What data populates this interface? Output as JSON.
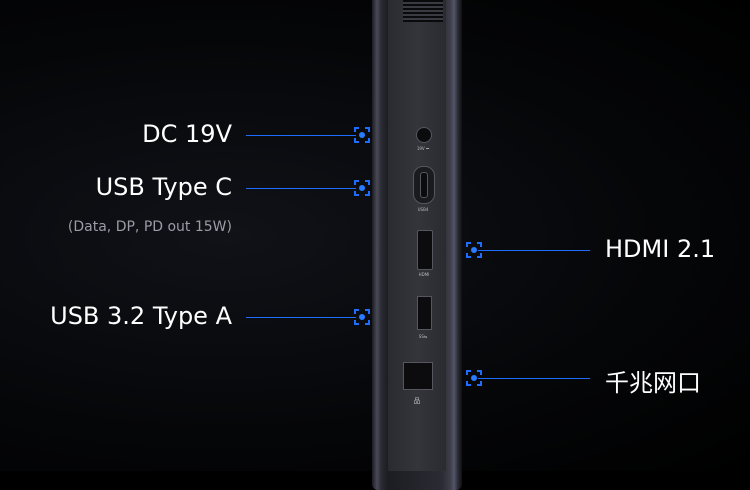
{
  "colors": {
    "accent": "#1e6dff",
    "background": "#000000"
  },
  "callouts": {
    "dc": {
      "label": "DC 19V"
    },
    "usbc": {
      "label": "USB Type C",
      "sub": "(Data, DP, PD out 15W)"
    },
    "usba": {
      "label": "USB 3.2 Type A"
    },
    "hdmi": {
      "label": "HDMI 2.1"
    },
    "lan": {
      "label": "千兆网口"
    }
  },
  "port_labels": {
    "dc": "19V ⎓",
    "usbc": "USB4",
    "hdmi": "HDMI",
    "usba": "SS⇆",
    "lan": "品"
  }
}
